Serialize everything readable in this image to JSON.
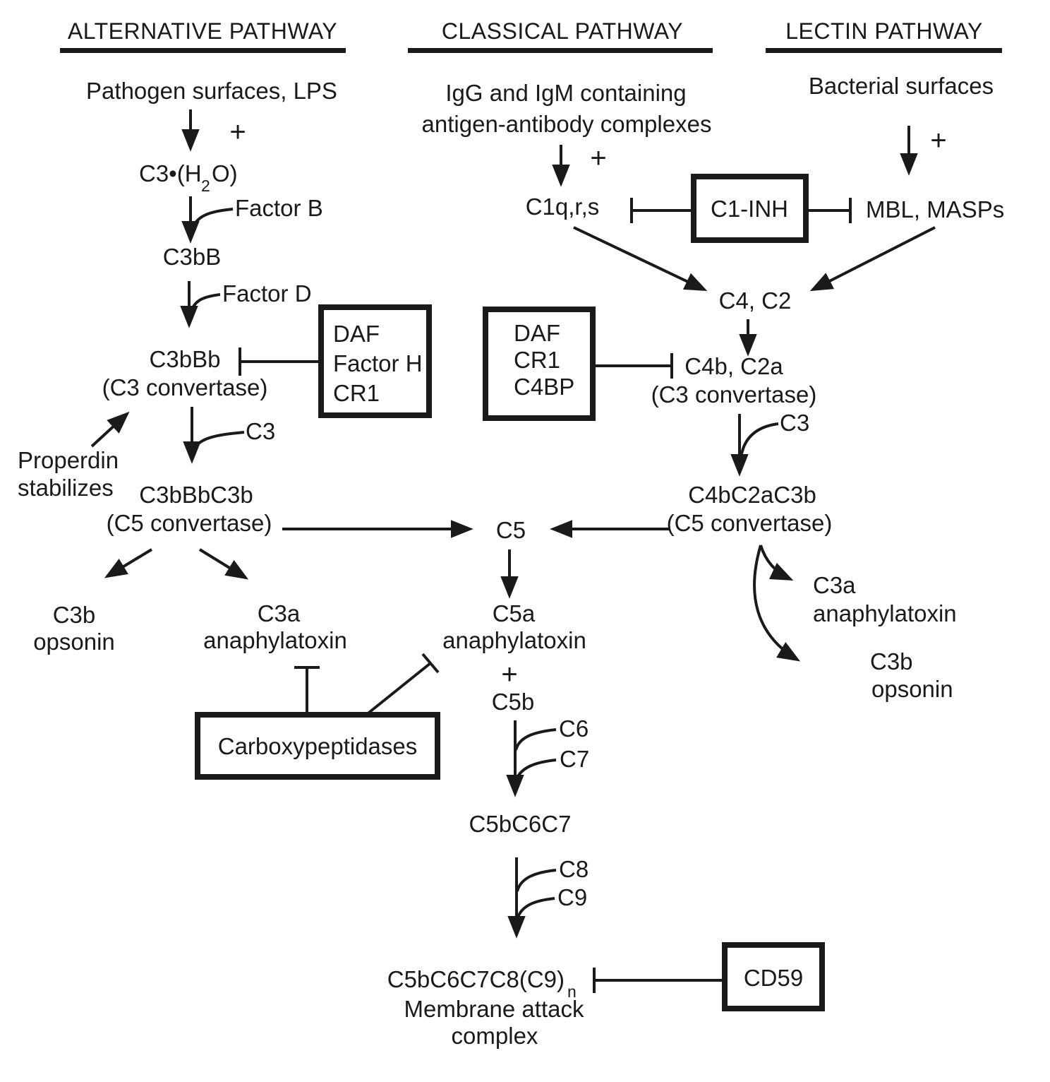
{
  "colors": {
    "ink": "#1a1a1a",
    "background": "#ffffff"
  },
  "headers": {
    "alternative": "ALTERNATIVE PATHWAY",
    "classical": "CLASSICAL PATHWAY",
    "lectin": "LECTIN PATHWAY"
  },
  "alternative": {
    "trigger": "Pathogen surfaces, LPS",
    "plus": "+",
    "c3_h2o_pre": "C3•(H",
    "c3_h2o_sub": "2",
    "c3_h2o_post": "O)",
    "factor_b": "Factor B",
    "c3bB": "C3bB",
    "factor_d": "Factor D",
    "c3bBb": "C3bBb",
    "c3_convertase": "(C3 convertase)",
    "properdin_l1": "Properdin",
    "properdin_l2": "stabilizes",
    "c3": "C3",
    "c3bBbC3b": "C3bBbC3b",
    "c5_convertase": "(C5 convertase)",
    "c3b": "C3b",
    "c3b_role": "opsonin",
    "c3a": "C3a",
    "c3a_role": "anaphylatoxin"
  },
  "classical": {
    "trigger_l1": "IgG and IgM containing",
    "trigger_l2": "antigen-antibody complexes",
    "plus": "+",
    "c1qrs": "C1q,r,s",
    "c4c2": "C4, C2",
    "c4b_c2a": "C4b, C2a",
    "c3_convertase": "(C3 convertase)",
    "c3": "C3",
    "c4bC2aC3b": "C4bC2aC3b",
    "c5_convertase": "(C5 convertase)",
    "c3a": "C3a",
    "c3a_role": "anaphylatoxin",
    "c3b": "C3b",
    "c3b_role": "opsonin"
  },
  "lectin": {
    "trigger": "Bacterial surfaces",
    "plus": "+",
    "mbl_masps": "MBL, MASPs"
  },
  "terminal": {
    "c5": "C5",
    "c5a": "C5a",
    "c5a_role": "anaphylatoxin",
    "plus": "+",
    "c5b": "C5b",
    "c6": "C6",
    "c7": "C7",
    "c5bC6C7": "C5bC6C7",
    "c8": "C8",
    "c9": "C9",
    "mac_main": "C5bC6C7C8(C9)",
    "mac_sub": "n",
    "mac_l1": "Membrane attack",
    "mac_l2": "complex"
  },
  "regulators": {
    "c1_inh": "C1-INH",
    "alt_convertase_box": [
      "DAF",
      "Factor H",
      "CR1"
    ],
    "classical_convertase_box": [
      "DAF",
      "CR1",
      "C4BP"
    ],
    "carboxypeptidases": "Carboxypeptidases",
    "cd59": "CD59"
  }
}
